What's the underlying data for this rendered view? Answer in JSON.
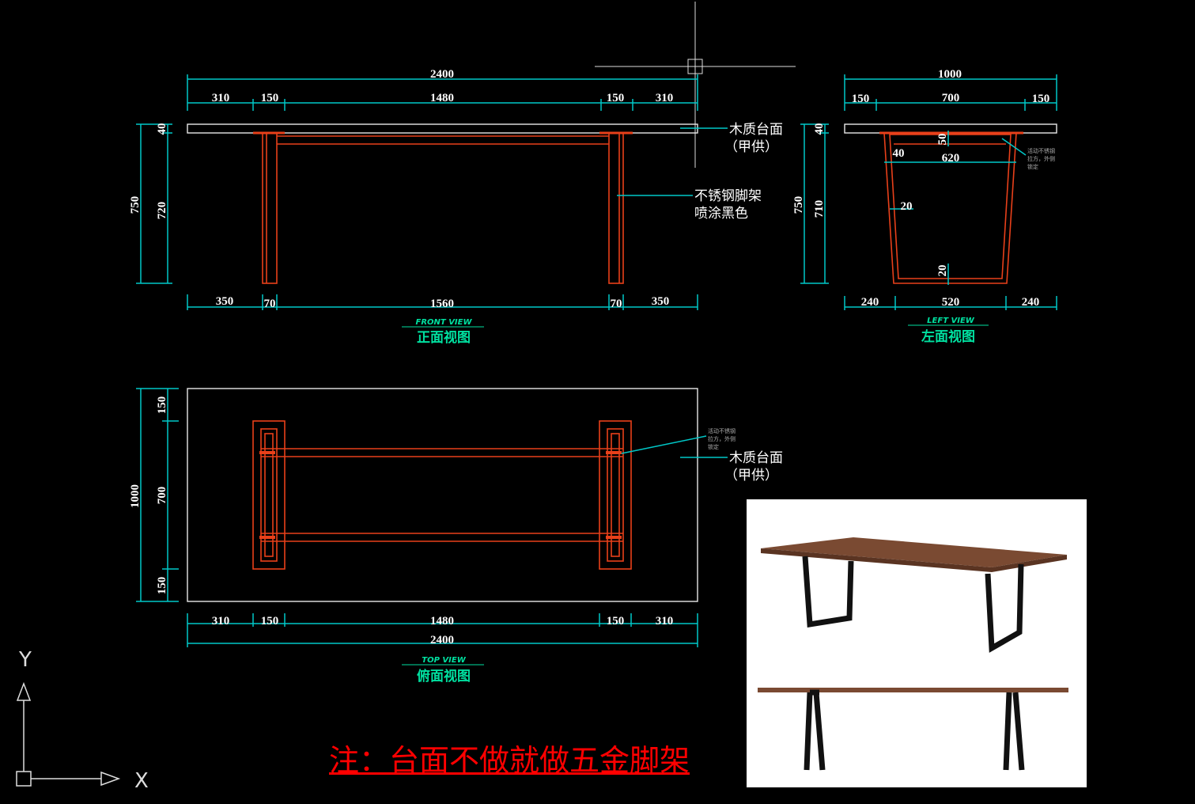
{
  "front_view": {
    "dims_top": {
      "overall": "2400",
      "segments": [
        "310",
        "150",
        "1480",
        "150",
        "310"
      ]
    },
    "dims_bottom": [
      "350",
      "70",
      "1560",
      "70",
      "350"
    ],
    "dims_left": {
      "overall": "750",
      "top": "40",
      "leg": "720"
    },
    "callout_top": [
      "木质台面",
      "（甲供）"
    ],
    "callout_leg": [
      "不锈钢脚架",
      "喷涂黑色"
    ],
    "title_en": "FRONT VIEW",
    "title_cn": "正面视图"
  },
  "left_view": {
    "dims_top": {
      "overall": "1000",
      "segments": [
        "150",
        "700",
        "150"
      ]
    },
    "dims_bottom": [
      "240",
      "520",
      "240"
    ],
    "dims_left": {
      "overall": "750",
      "top": "40",
      "leg": "710"
    },
    "inner_dims": {
      "a": "40",
      "b": "50",
      "c": "620",
      "d": "20",
      "e": "20"
    },
    "callout_small": [
      "活动不锈钢",
      "拉方，外侧",
      "锁定"
    ],
    "title_en": "LEFT VIEW",
    "title_cn": "左面视图"
  },
  "top_view": {
    "dims_bottom": {
      "segments": [
        "310",
        "150",
        "1480",
        "150",
        "310"
      ],
      "overall": "2400"
    },
    "dims_left": {
      "overall": "1000",
      "segments": [
        "150",
        "700",
        "150"
      ]
    },
    "callout_small": [
      "活动不锈钢",
      "拉方，外侧",
      "锁定"
    ],
    "callout_top": [
      "木质台面",
      "（甲供）"
    ],
    "title_en": "TOP VIEW",
    "title_cn": "俯面视图"
  },
  "ucs": {
    "x": "X",
    "y": "Y"
  },
  "note": "注：台面不做就做五金脚架",
  "colors": {
    "dimension": "#00c8c8",
    "leg": "#e8401a",
    "note": "#ff0000",
    "title": "#00e0a0"
  }
}
